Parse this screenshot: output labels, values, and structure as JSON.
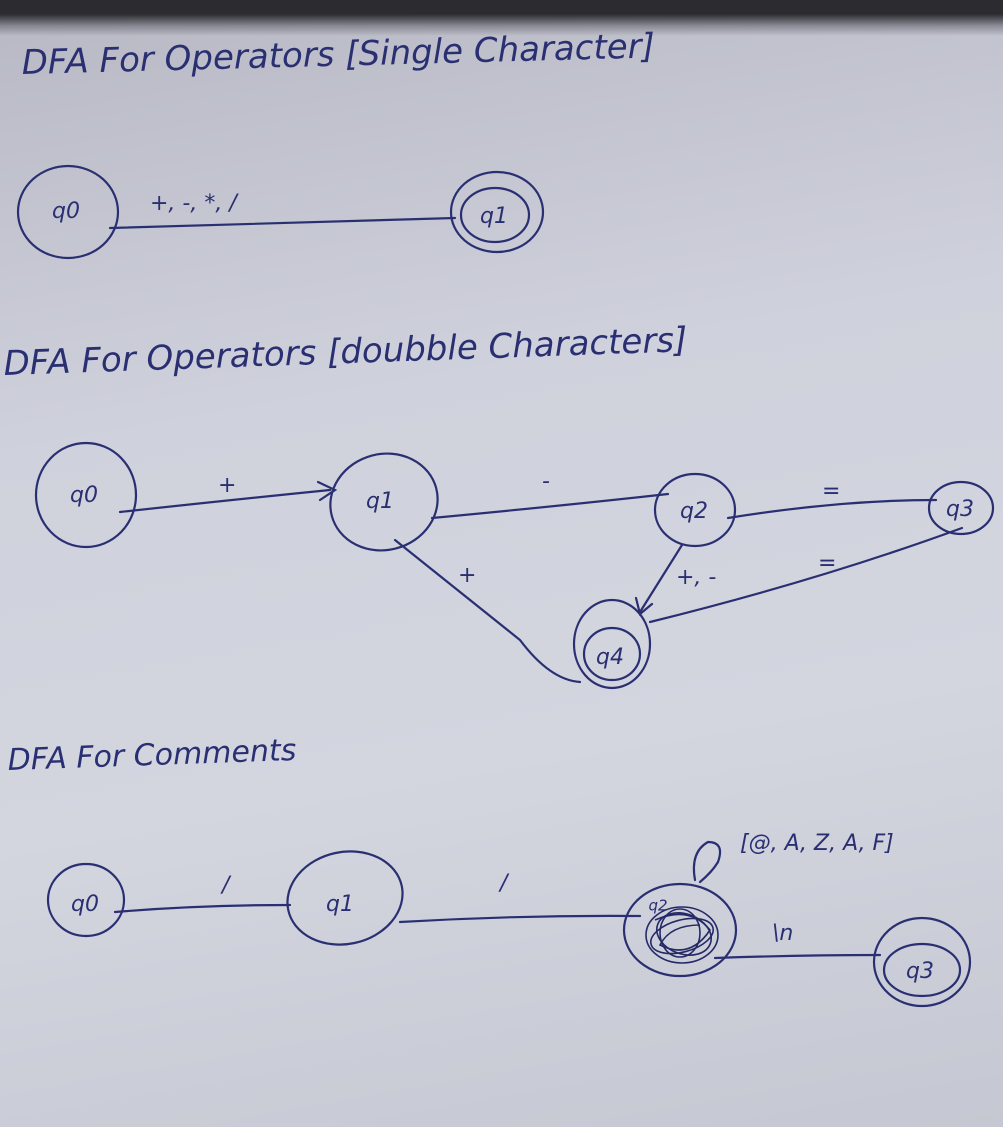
{
  "sections": [
    {
      "heading": "DFA For Operators [Single Character]",
      "states": [
        "q0",
        "q1"
      ],
      "transitions": [
        {
          "from": "q0",
          "to": "q1",
          "label": "+, -, *, /"
        }
      ]
    },
    {
      "heading": "DFA For Operators [doubble Characters]",
      "states": [
        "q0",
        "q1",
        "q2",
        "q3",
        "q4"
      ],
      "transitions": [
        {
          "from": "q0",
          "to": "q1",
          "label": "+"
        },
        {
          "from": "q1",
          "to": "q2",
          "label": "-"
        },
        {
          "from": "q2",
          "to": "q3",
          "label": "="
        },
        {
          "from": "q1",
          "to": "q4",
          "label": "+"
        },
        {
          "from": "q2",
          "to": "q4",
          "label": "+, -"
        },
        {
          "from": "q3",
          "to": "q4",
          "label": "="
        }
      ]
    },
    {
      "heading": "DFA For Comments",
      "states": [
        "q0",
        "q1",
        "q2",
        "q3"
      ],
      "transitions": [
        {
          "from": "q0",
          "to": "q1",
          "label": "/"
        },
        {
          "from": "q1",
          "to": "q2",
          "label": "/"
        },
        {
          "from": "q2",
          "to": "q2",
          "label": "[@, A, Z, A, F]"
        },
        {
          "from": "q2",
          "to": "q3",
          "label": "\\n"
        }
      ]
    }
  ]
}
